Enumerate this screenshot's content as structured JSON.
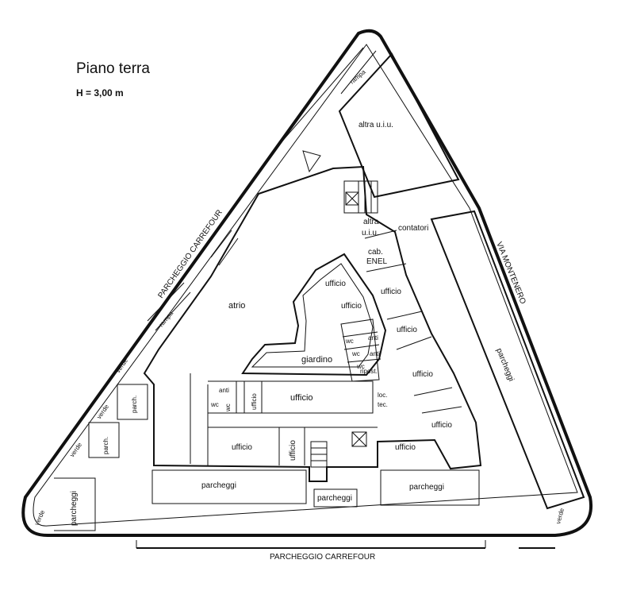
{
  "header": {
    "title": "Piano terra",
    "height": "H = 3,00 m"
  },
  "streets": {
    "bottom": "PARCHEGGIO CARREFOUR",
    "left": "PARCHEGGIO CARREFOUR",
    "right": "VIA MONTENERO"
  },
  "rooms": {
    "rampa_top": "rampa",
    "rampa_left": "rampa",
    "altra_uiu_top": "altra u.i.u.",
    "altra_uiu_mid_1": "altra",
    "altra_uiu_mid_2": "u.i.u.",
    "contatori": "contatori",
    "cab_1": "cab.",
    "cab_2": "ENEL",
    "atrio": "atrio",
    "giardino": "giardino",
    "ufficio_inner_top": "ufficio",
    "ufficio_inner_mid": "ufficio",
    "ufficio_right_1": "ufficio",
    "ufficio_right_2": "ufficio",
    "ufficio_right_3": "ufficio",
    "ufficio_corner": "ufficio",
    "ufficio_center": "ufficio",
    "ufficio_small_v": "ufficio",
    "ufficio_bottom_left": "ufficio",
    "ufficio_bottom_v": "ufficio",
    "ufficio_bottom_right": "ufficio",
    "wc_1": "wc",
    "wc_2": "wc",
    "wc_3": "wc",
    "wc_4": "wc",
    "wc_5": "wc",
    "anti_1": "anti",
    "anti_2": "anti",
    "anti_3": "anti",
    "riposto": "ripost.",
    "loc_1": "loc.",
    "loc_2": "tec.",
    "parcheggi_right": "parcheggi",
    "parcheggi_bottom_left": "parcheggi",
    "parcheggi_bottom_mid": "parcheggi",
    "parcheggi_bottom_right": "parcheggi",
    "parcheggi_far_left": "parcheggi",
    "parch_1": "parch.",
    "parch_2": "parch.",
    "verde_1": "verde",
    "verde_2": "verde",
    "verde_3": "verde",
    "verde_4": "verde",
    "verde_5": "verde"
  }
}
